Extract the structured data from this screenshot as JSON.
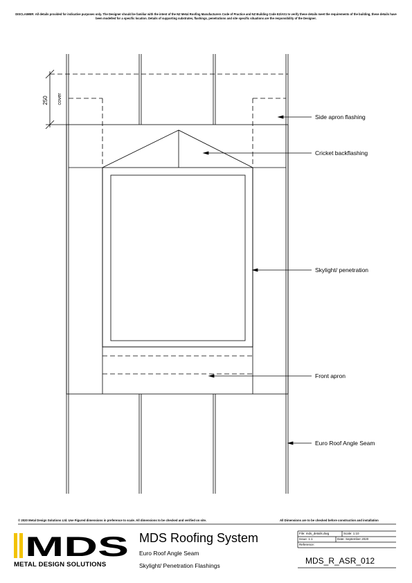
{
  "disclaimer": "DISCLAIMER: All details provided for indicative purposes only. The Designer should be familiar with the intent of the NZ Metal Roofing Manufacturers Code of Practice and NZ Building Code E2/AS1 to verify these details meet the requirements of the building, these details have been modelled for a specific location. Details of supporting substrates, flashings, penetrations and site specific situations are the responsibility of the Designer.",
  "dimension": {
    "value": "250",
    "label": "cover"
  },
  "labels": {
    "side_apron": "Side apron flashing",
    "cricket": "Cricket backflashing",
    "skylight": "Skylight/ penetration",
    "front_apron": "Front apron",
    "seam": "Euro Roof Angle Seam"
  },
  "footer": {
    "copyright": "© 2020 Metal Design Solutions Ltd. Use Figured dimensions in preference to scale. All dimensions to be checked and verified on site.",
    "verify": "All Dimensions are to be checked before construction and installation"
  },
  "title_block": {
    "brand": "METAL DESIGN SOLUTIONS",
    "logo": "MDS",
    "title": "MDS Roofing System",
    "subtitle1": "Euro Roof Angle Seam",
    "subtitle2": "Skylight/ Penetration Flashings",
    "file_label": "File: mds_details.dwg",
    "scale_label": "Scale: 1:10",
    "issue_label": "Issue: 1.1",
    "date_label": "Date: September 2020",
    "reference_label": "Reference:",
    "drawing_number": "MDS_R_ASR_012"
  }
}
